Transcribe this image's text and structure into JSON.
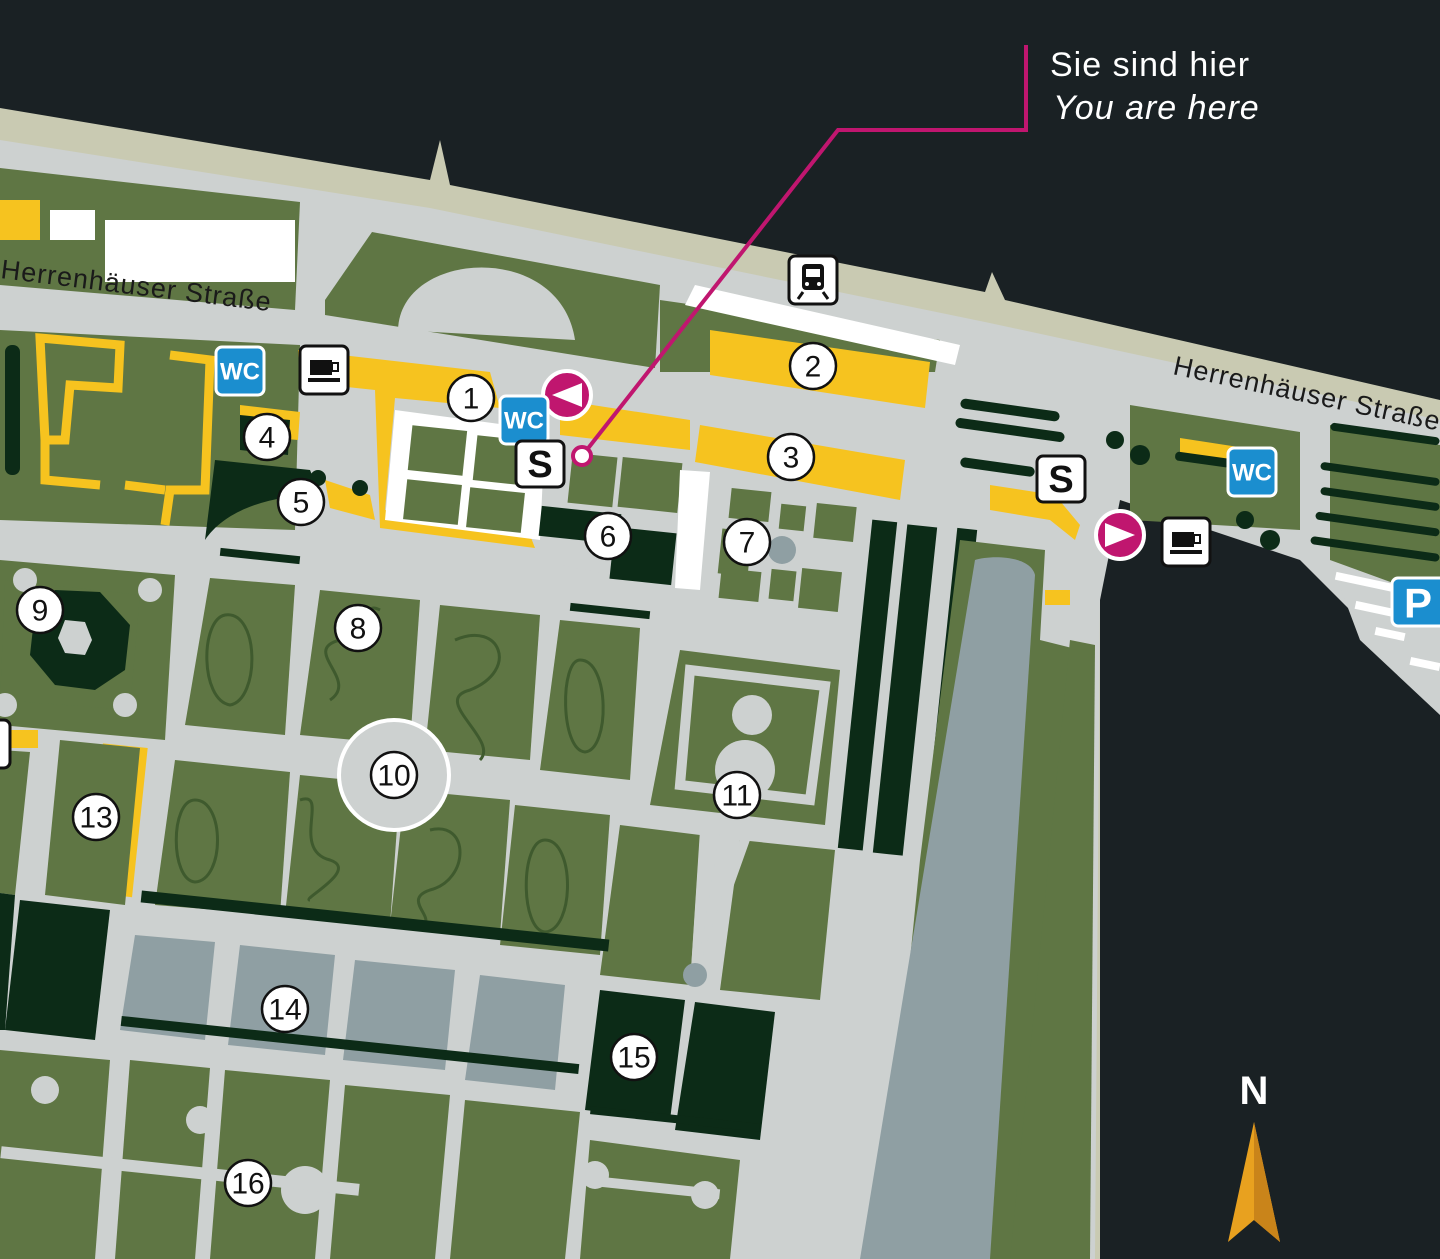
{
  "map": {
    "you_are_here_de": "Sie sind hier",
    "you_are_here_en": "You are here",
    "street_left": "Herrenhäuser Straße",
    "street_right": "Herrenhäuser Straße",
    "north_label": "N",
    "labels": {
      "wc": "WC",
      "s_bahn": "S",
      "parking": "P"
    },
    "numbers": [
      "1",
      "2",
      "3",
      "4",
      "5",
      "6",
      "7",
      "8",
      "9",
      "10",
      "11",
      "13",
      "14",
      "15",
      "16"
    ],
    "colors": {
      "background": "#1a2124",
      "path": "#cdd1d0",
      "lawn": "#5f7644",
      "hedge": "#0c2b17",
      "building": "#f6c31f",
      "water": "#8f9fa3",
      "accent": "#c0166f",
      "wc": "#1b8ecf",
      "compass": "#e8a11f"
    },
    "icons": [
      "wc-icon",
      "coffee-icon",
      "train-icon",
      "s-bahn-icon",
      "parking-icon",
      "entrance-icon",
      "compass-arrow-icon"
    ]
  }
}
